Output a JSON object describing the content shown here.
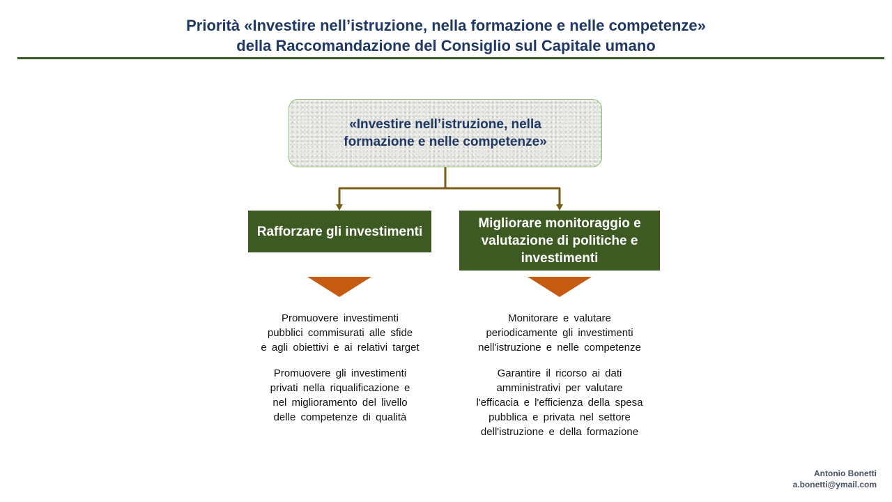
{
  "title": {
    "line1": "Priorità «Investire nell’istruzione, nella formazione e nelle competenze»",
    "line2": "della Raccomandazione del Consiglio sul Capitale umano"
  },
  "top_box": {
    "text": "«Investire nell’istruzione, nella formazione e nelle competenze»"
  },
  "branches": [
    {
      "heading": "Rafforzare gli investimenti",
      "paragraphs": [
        "Promuovere  investimenti\npubblici  commisurati  alle  sfide\ne agli  obiettivi  e ai relativi  target",
        "Promuovere  gli  investimenti\nprivati  nella  riqualificazione  e\nnel  miglioramento  del livello\ndelle  competenze  di qualità"
      ]
    },
    {
      "heading": "Migliorare  monitoraggio  e valutazione di politiche  e investimenti",
      "paragraphs": [
        "Monitorare  e valutare\nperiodicamente  gli investimenti\nnell'istruzione  e nelle  competenze",
        "Garantire  il ricorso ai dati\namministrativi  per valutare\nl'efficacia e l'efficienza  della spesa\npubblica  e privata  nel settore\ndell'istruzione  e della  formazione"
      ]
    }
  ],
  "footer": {
    "author": "Antonio Bonetti",
    "email": "a.bonetti@ymail.com"
  },
  "colors": {
    "title": "#1f3864",
    "rule": "#3a5a27",
    "green_box": "#3d5a23",
    "connector": "#7a5c14",
    "triangle": "#c55a11"
  }
}
